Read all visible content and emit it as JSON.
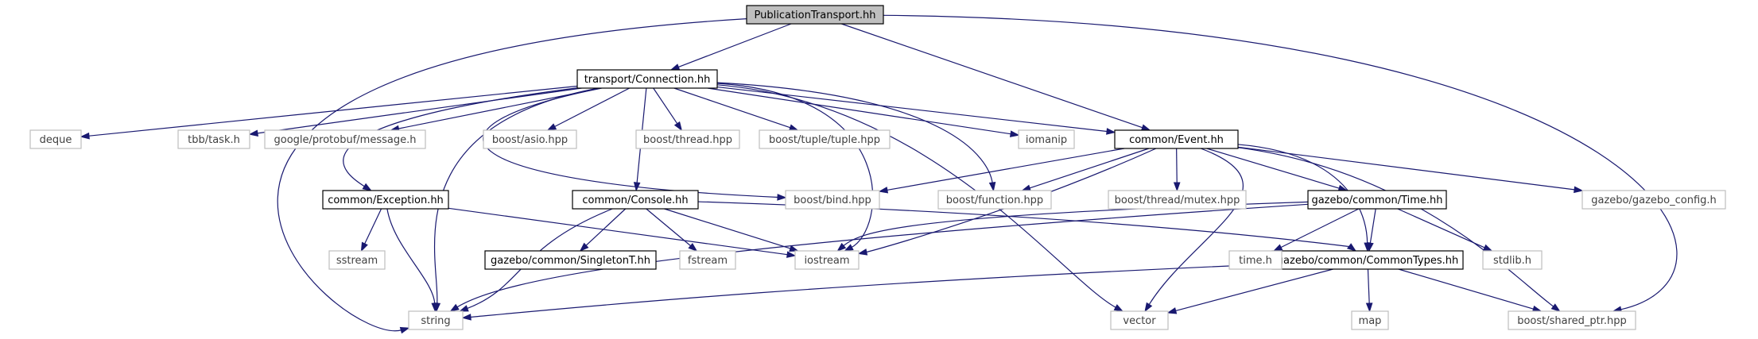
{
  "diagram": {
    "type": "include-dependency-graph",
    "colors": {
      "edge": "#191970",
      "focus_fill": "#bfbfbf",
      "internal_border": "#000000",
      "external_border": "#bfbfbf",
      "external_text": "#404040"
    },
    "nodes": {
      "publication_transport": {
        "label": "PublicationTransport.hh",
        "kind": "focus"
      },
      "transport_connection": {
        "label": "transport/Connection.hh",
        "kind": "internal"
      },
      "common_event": {
        "label": "common/Event.hh",
        "kind": "internal"
      },
      "common_exception": {
        "label": "common/Exception.hh",
        "kind": "internal"
      },
      "common_console": {
        "label": "common/Console.hh",
        "kind": "internal"
      },
      "gazebo_time": {
        "label": "gazebo/common/Time.hh",
        "kind": "internal"
      },
      "gazebo_commontypes": {
        "label": "gazebo/common/CommonTypes.hh",
        "kind": "internal"
      },
      "gazebo_singleton": {
        "label": "gazebo/common/SingletonT.hh",
        "kind": "internal"
      },
      "deque": {
        "label": "deque",
        "kind": "external"
      },
      "tbb_task": {
        "label": "tbb/task.h",
        "kind": "external"
      },
      "protobuf_message": {
        "label": "google/protobuf/message.h",
        "kind": "external"
      },
      "boost_asio": {
        "label": "boost/asio.hpp",
        "kind": "external"
      },
      "boost_thread": {
        "label": "boost/thread.hpp",
        "kind": "external"
      },
      "boost_tuple": {
        "label": "boost/tuple/tuple.hpp",
        "kind": "external"
      },
      "iomanip": {
        "label": "iomanip",
        "kind": "external"
      },
      "boost_bind": {
        "label": "boost/bind.hpp",
        "kind": "external"
      },
      "boost_function": {
        "label": "boost/function.hpp",
        "kind": "external"
      },
      "boost_mutex": {
        "label": "boost/thread/mutex.hpp",
        "kind": "external"
      },
      "gazebo_config": {
        "label": "gazebo/gazebo_config.h",
        "kind": "external"
      },
      "sstream": {
        "label": "sstream",
        "kind": "external"
      },
      "fstream": {
        "label": "fstream",
        "kind": "external"
      },
      "iostream": {
        "label": "iostream",
        "kind": "external"
      },
      "time_h": {
        "label": "time.h",
        "kind": "external"
      },
      "stdlib_h": {
        "label": "stdlib.h",
        "kind": "external"
      },
      "string": {
        "label": "string",
        "kind": "external"
      },
      "vector": {
        "label": "vector",
        "kind": "external"
      },
      "map": {
        "label": "map",
        "kind": "external"
      },
      "boost_shared_ptr": {
        "label": "boost/shared_ptr.hpp",
        "kind": "external"
      }
    },
    "edges": [
      [
        "publication_transport",
        "transport_connection"
      ],
      [
        "publication_transport",
        "common_event"
      ],
      [
        "publication_transport",
        "string"
      ],
      [
        "publication_transport",
        "boost_shared_ptr"
      ],
      [
        "transport_connection",
        "deque"
      ],
      [
        "transport_connection",
        "tbb_task"
      ],
      [
        "transport_connection",
        "protobuf_message"
      ],
      [
        "transport_connection",
        "boost_asio"
      ],
      [
        "transport_connection",
        "boost_thread"
      ],
      [
        "transport_connection",
        "boost_tuple"
      ],
      [
        "transport_connection",
        "iomanip"
      ],
      [
        "transport_connection",
        "common_event"
      ],
      [
        "transport_connection",
        "common_exception"
      ],
      [
        "transport_connection",
        "common_console"
      ],
      [
        "transport_connection",
        "boost_bind"
      ],
      [
        "transport_connection",
        "boost_function"
      ],
      [
        "transport_connection",
        "iostream"
      ],
      [
        "transport_connection",
        "string"
      ],
      [
        "transport_connection",
        "vector"
      ],
      [
        "common_event",
        "boost_bind"
      ],
      [
        "common_event",
        "boost_function"
      ],
      [
        "common_event",
        "boost_mutex"
      ],
      [
        "common_event",
        "gazebo_time"
      ],
      [
        "common_event",
        "gazebo_config"
      ],
      [
        "common_event",
        "iostream"
      ],
      [
        "common_event",
        "vector"
      ],
      [
        "common_event",
        "gazebo_commontypes"
      ],
      [
        "common_event",
        "boost_shared_ptr"
      ],
      [
        "common_exception",
        "sstream"
      ],
      [
        "common_exception",
        "string"
      ],
      [
        "common_exception",
        "iostream"
      ],
      [
        "common_console",
        "gazebo_singleton"
      ],
      [
        "common_console",
        "fstream"
      ],
      [
        "common_console",
        "iostream"
      ],
      [
        "common_console",
        "string"
      ],
      [
        "common_console",
        "gazebo_commontypes"
      ],
      [
        "gazebo_time",
        "iostream"
      ],
      [
        "gazebo_time",
        "time_h"
      ],
      [
        "gazebo_time",
        "stdlib_h"
      ],
      [
        "gazebo_time",
        "gazebo_commontypes"
      ],
      [
        "gazebo_time",
        "string"
      ],
      [
        "gazebo_commontypes",
        "string"
      ],
      [
        "gazebo_commontypes",
        "vector"
      ],
      [
        "gazebo_commontypes",
        "map"
      ],
      [
        "gazebo_commontypes",
        "boost_shared_ptr"
      ]
    ]
  }
}
